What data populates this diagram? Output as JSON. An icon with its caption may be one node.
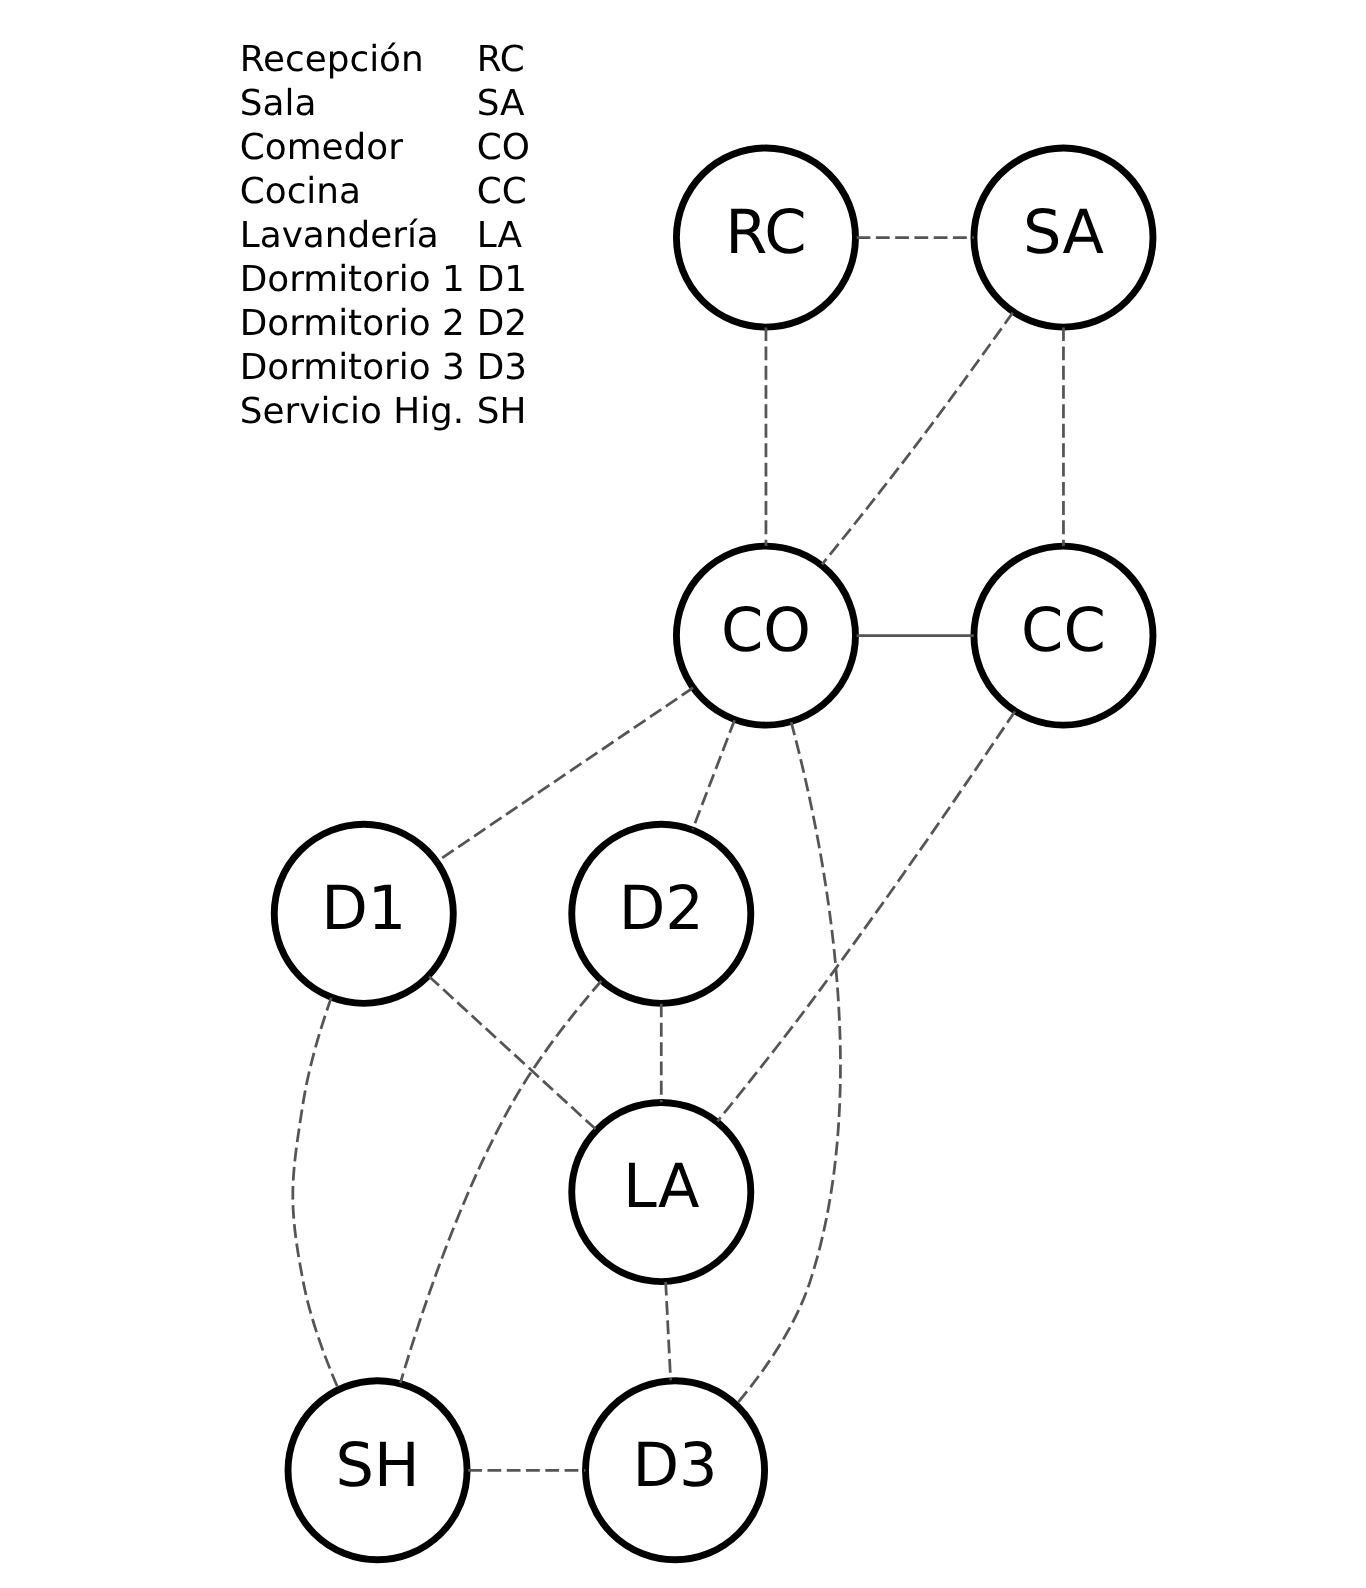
{
  "diagram": {
    "nodes": [
      {
        "text": [
          "RC"
        ]
      },
      {
        "text": [
          "SA"
        ]
      },
      {
        "text": [
          "CO"
        ]
      },
      {
        "text": [
          "CC"
        ]
      },
      {
        "text": [
          "D1"
        ]
      },
      {
        "text": [
          "LA"
        ]
      },
      {
        "text": [
          "D2"
        ]
      },
      {
        "text": [
          "SH"
        ]
      },
      {
        "text": [
          "D3"
        ]
      }
    ],
    "edges": [
      {
        "from": 0,
        "to": 1,
        "arrow": "none",
        "style": "dashed"
      },
      {
        "from": 0,
        "to": 2,
        "arrow": "none",
        "style": "dashed"
      },
      {
        "from": 1,
        "to": 2,
        "arrow": "none",
        "style": "dashed"
      },
      {
        "from": 1,
        "to": 3,
        "arrow": "none",
        "style": "dashed"
      },
      {
        "from": 2,
        "to": 3,
        "arrow": "none"
      },
      {
        "from": 2,
        "to": 4,
        "arrow": "none",
        "style": "dashed"
      },
      {
        "from": 2,
        "to": 6,
        "arrow": "none",
        "style": "dashed"
      },
      {
        "from": 2,
        "to": 8,
        "arrow": "none",
        "style": "dashed"
      },
      {
        "from": 3,
        "to": 5,
        "arrow": "none",
        "style": "dashed"
      },
      {
        "from": 4,
        "to": 5,
        "arrow": "none",
        "style": "dashed"
      },
      {
        "from": 4,
        "to": 7,
        "arrow": "none",
        "style": "dashed"
      },
      {
        "from": 6,
        "to": 5,
        "arrow": "none",
        "style": "dashed"
      },
      {
        "from": 6,
        "to": 7,
        "arrow": "none",
        "style": "dashed"
      },
      {
        "from": 5,
        "to": 8,
        "arrow": "none",
        "style": "dashed"
      },
      {
        "from": 7,
        "to": 8,
        "arrow": "none",
        "style": "dashed"
      }
    ],
    "labels": [
      "Recepción",
      "RC",
      "Sala",
      "SA",
      "Comedor",
      "CO",
      "Cocina",
      "CC",
      "Lavandería",
      "LA",
      "Dormitorio 1",
      "D1",
      "Dormitorio 2",
      "D2",
      "Dormitorio 3",
      "D3",
      "Servicio Hig.",
      "SH"
    ]
  }
}
